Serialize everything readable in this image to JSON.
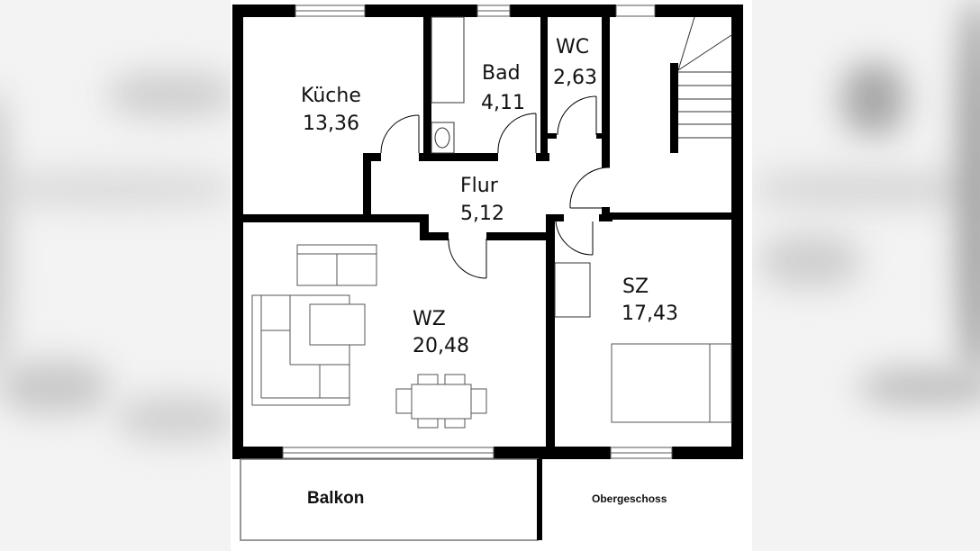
{
  "floor_plan": {
    "floor_name": "Obergeschoss",
    "rooms": [
      {
        "name": "Küche",
        "area": "13,36"
      },
      {
        "name": "Bad",
        "area": "4,11"
      },
      {
        "name": "WC",
        "area": "2,63"
      },
      {
        "name": "Flur",
        "area": "5,12"
      },
      {
        "name": "WZ",
        "area": "20,48"
      },
      {
        "name": "SZ",
        "area": "17,43"
      }
    ],
    "balcony": {
      "name": "Balkon"
    }
  },
  "colors": {
    "wall": "#000000",
    "background": "#ffffff",
    "backdrop": "#f2f2f2"
  }
}
